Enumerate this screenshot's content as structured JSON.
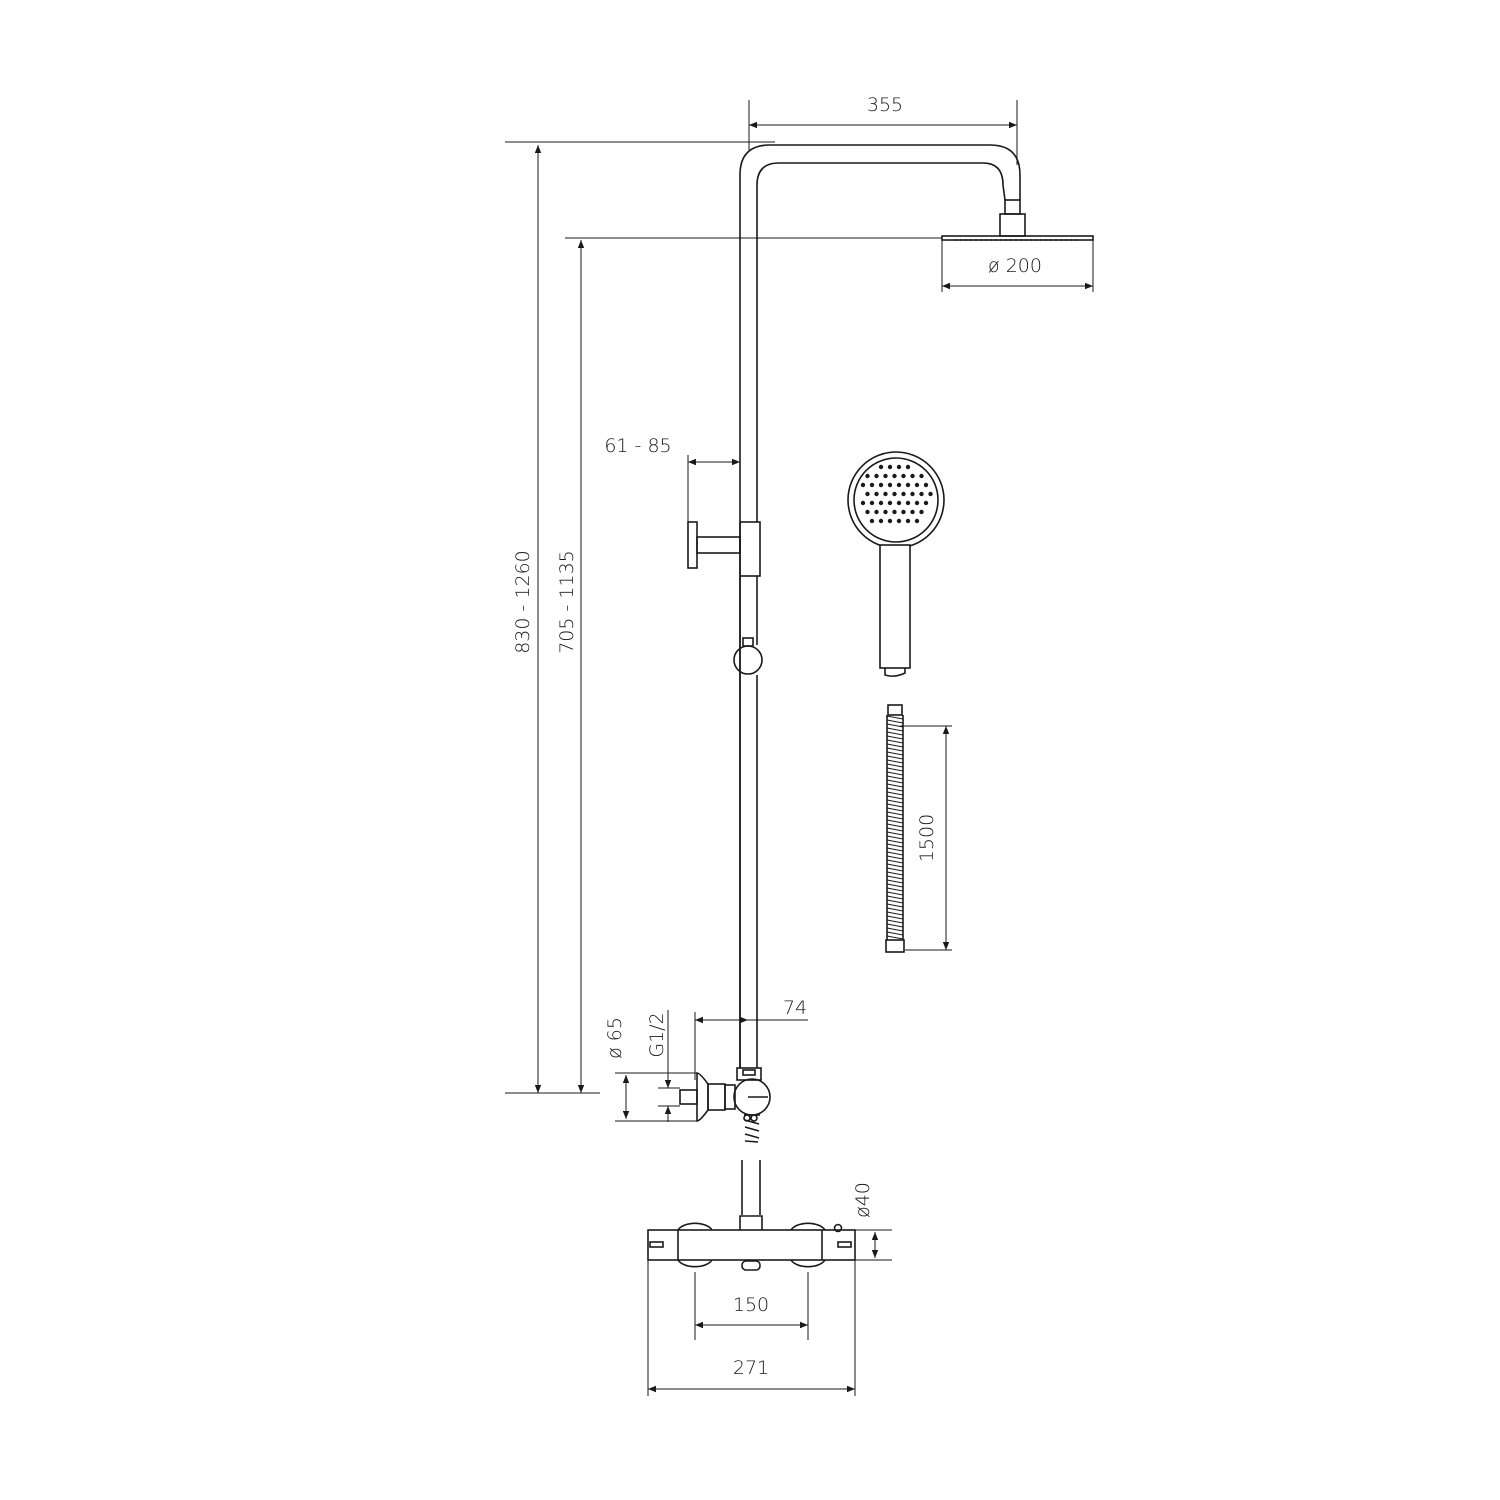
{
  "drawing": {
    "dimensions": {
      "arm_length": "355",
      "head_diameter": "ø 200",
      "total_height": "830 - 1260",
      "head_height": "705 - 1135",
      "wall_bracket": "61 - 85",
      "hose_length": "1500",
      "offset": "74",
      "flange_diameter": "ø 65",
      "thread": "G1/2",
      "body_diameter": "ø40",
      "inlet_spacing": "150",
      "body_width": "271"
    },
    "line_color": "#1a1a1a",
    "background": "#ffffff"
  }
}
